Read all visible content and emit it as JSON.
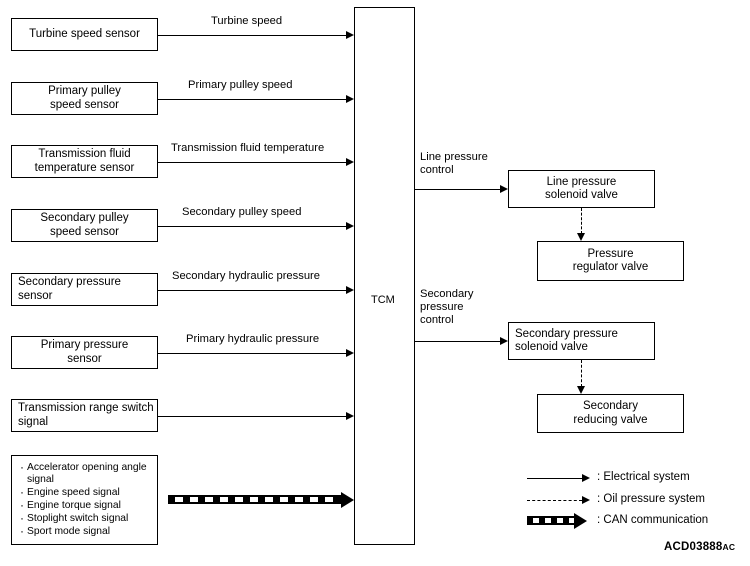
{
  "figure": {
    "id_main": "ACD03888",
    "id_suffix": "AC"
  },
  "controller": {
    "label": "TCM"
  },
  "inputs": [
    {
      "name": "turbine-speed-sensor",
      "box": "Turbine speed sensor",
      "signal": "Turbine speed",
      "align": "center"
    },
    {
      "name": "primary-pulley-speed-sensor",
      "box": "Primary pulley\nspeed sensor",
      "signal": "Primary pulley speed",
      "align": "center"
    },
    {
      "name": "transmission-fluid-temp-sensor",
      "box": "Transmission fluid\ntemperature sensor",
      "signal": "Transmission fluid temperature",
      "align": "center"
    },
    {
      "name": "secondary-pulley-speed-sensor",
      "box": "Secondary pulley\nspeed sensor",
      "signal": "Secondary pulley speed",
      "align": "center"
    },
    {
      "name": "secondary-pressure-sensor",
      "box": "Secondary pressure\nsensor",
      "signal": "Secondary hydraulic pressure",
      "align": "left"
    },
    {
      "name": "primary-pressure-sensor",
      "box": "Primary pressure\nsensor",
      "signal": "Primary hydraulic pressure",
      "align": "center"
    },
    {
      "name": "transmission-range-switch",
      "box": "Transmission range switch\nsignal",
      "signal": "",
      "align": "left"
    }
  ],
  "can_inputs": {
    "items": [
      "Accelerator opening angle\nsignal",
      "Engine speed signal",
      "Engine torque signal",
      "Stoplight switch signal",
      "Sport mode signal"
    ]
  },
  "outputs": {
    "line_pressure": {
      "control_label": "Line pressure\ncontrol",
      "solenoid": "Line pressure\nsolenoid valve",
      "valve": "Pressure\nregulator valve"
    },
    "secondary_pressure": {
      "control_label": "Secondary\npressure\ncontrol",
      "solenoid": "Secondary pressure\nsolenoid valve",
      "valve": "Secondary\nreducing valve"
    }
  },
  "legend": [
    {
      "name": "electrical-system",
      "text": ": Electrical system",
      "style": "solid"
    },
    {
      "name": "oil-pressure-system",
      "text": ": Oil pressure system",
      "style": "dashed"
    },
    {
      "name": "can-communication",
      "text": ": CAN communication",
      "style": "can"
    }
  ]
}
